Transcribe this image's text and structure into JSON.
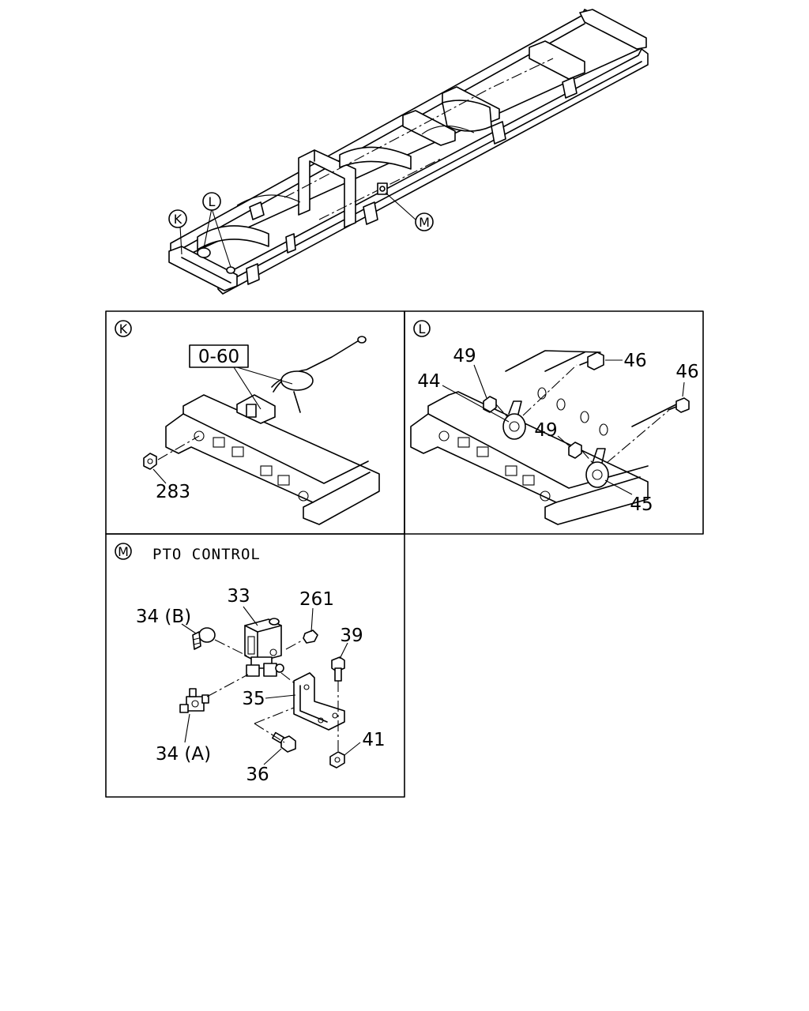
{
  "main_view": {
    "callouts": {
      "K": "K",
      "L": "L",
      "M": "M"
    }
  },
  "panel_k": {
    "tag": "K",
    "box_label": "0-60",
    "parts": {
      "nut": "283"
    }
  },
  "panel_l": {
    "tag": "L",
    "parts": {
      "nut_upper": "49",
      "horn_upper": "44",
      "bolt_upper": "46",
      "bolt_right": "46",
      "nut_lower": "49",
      "horn_lower": "45"
    }
  },
  "panel_m": {
    "tag": "M",
    "title": "PTO CONTROL",
    "parts": {
      "valve": "33",
      "fitting_b": "34 (B)",
      "plug": "261",
      "bolt_39": "39",
      "bracket": "35",
      "fitting_a": "34 (A)",
      "bolt_36": "36",
      "nut_41": "41"
    }
  }
}
